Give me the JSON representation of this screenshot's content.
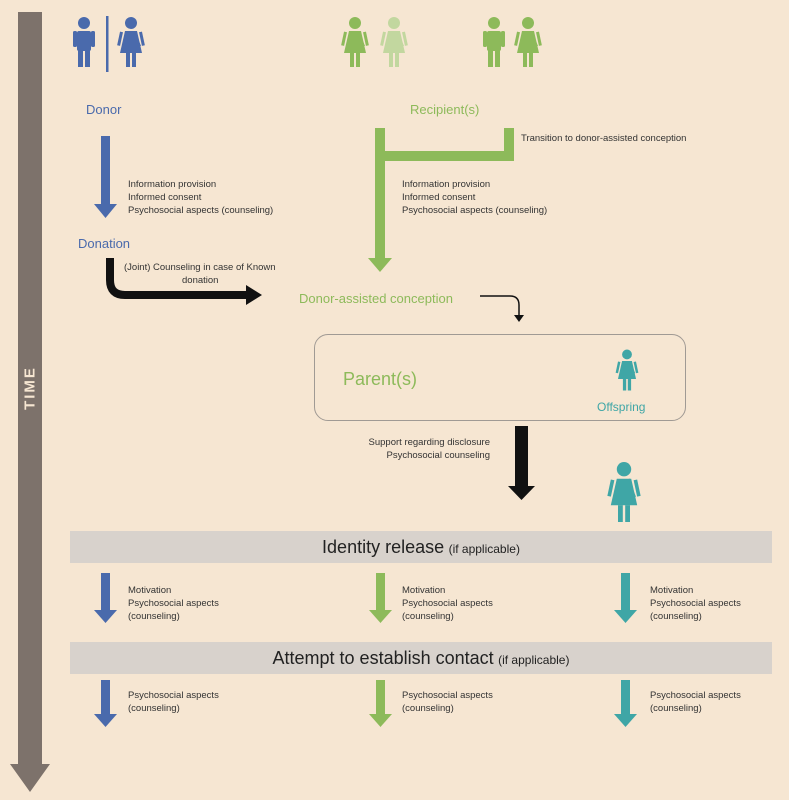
{
  "axis": {
    "time": "TIME"
  },
  "donor": {
    "label": "Donor",
    "icon": "donor-couple-icon"
  },
  "recipients": {
    "label": "Recipient(s)",
    "icon": "recipient-couples-icon"
  },
  "transition": "Transition to donor-assisted conception",
  "donor_steps": [
    "Information provision",
    "Informed consent",
    "Psychosocial aspects (counseling)"
  ],
  "recipient_steps": [
    "Information provision",
    "Informed consent",
    "Psychosocial aspects (counseling)"
  ],
  "donation": "Donation",
  "joint_counseling": [
    "(Joint) Counseling in case of Known",
    "donation"
  ],
  "conception": "Donor-assisted conception",
  "parents": "Parent(s)",
  "offspring": "Offspring",
  "disclosure": [
    "Support regarding disclosure",
    "Psychosocial counseling"
  ],
  "identity_release": {
    "main": "Identity release",
    "sub": "(if applicable)"
  },
  "motivation_block": [
    "Motivation",
    "Psychosocial aspects",
    "(counseling)"
  ],
  "contact": {
    "main": "Attempt to establish contact",
    "sub": "(if applicable)"
  },
  "contact_block": [
    "Psychosocial aspects",
    "(counseling)"
  ],
  "colors": {
    "donor": "#4a6aac",
    "recipient": "#8dba5a",
    "recipient_light": "#c2d79f",
    "offspring": "#3fa6a6",
    "time": "#7d726b",
    "band": "#d8d2cc",
    "background": "#f6e6d2"
  }
}
